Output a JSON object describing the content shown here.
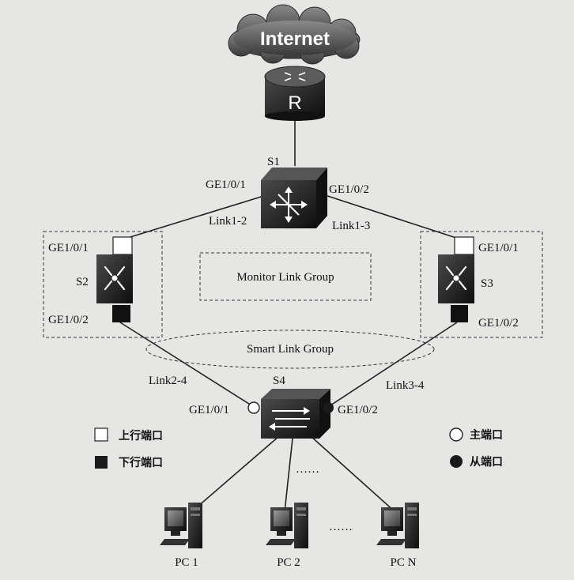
{
  "cloud": {
    "label": "Internet"
  },
  "router": {
    "label": "R"
  },
  "switches": {
    "s1": {
      "name": "S1",
      "port_left": "GE1/0/1",
      "port_right": "GE1/0/2"
    },
    "s2": {
      "name": "S2",
      "port_up": "GE1/0/1",
      "port_down": "GE1/0/2"
    },
    "s3": {
      "name": "S3",
      "port_up": "GE1/0/1",
      "port_down": "GE1/0/2"
    },
    "s4": {
      "name": "S4",
      "port_left": "GE1/0/1",
      "port_right": "GE1/0/2"
    }
  },
  "links": {
    "l12": "Link1-2",
    "l13": "Link1-3",
    "l24": "Link2-4",
    "l34": "Link3-4"
  },
  "groups": {
    "monitor": "Monitor Link Group",
    "smart": "Smart Link Group"
  },
  "legend": {
    "uplink": "上行端口",
    "downlink": "下行端口",
    "master": "主端口",
    "slave": "从端口"
  },
  "pcs": [
    {
      "label": "PC 1"
    },
    {
      "label": "PC 2"
    },
    {
      "label": "PC N"
    }
  ],
  "ellipsis": "……",
  "colors": {
    "background": "#e6e6e4",
    "device_dark": "#1e1e1e",
    "link": "#222222"
  }
}
